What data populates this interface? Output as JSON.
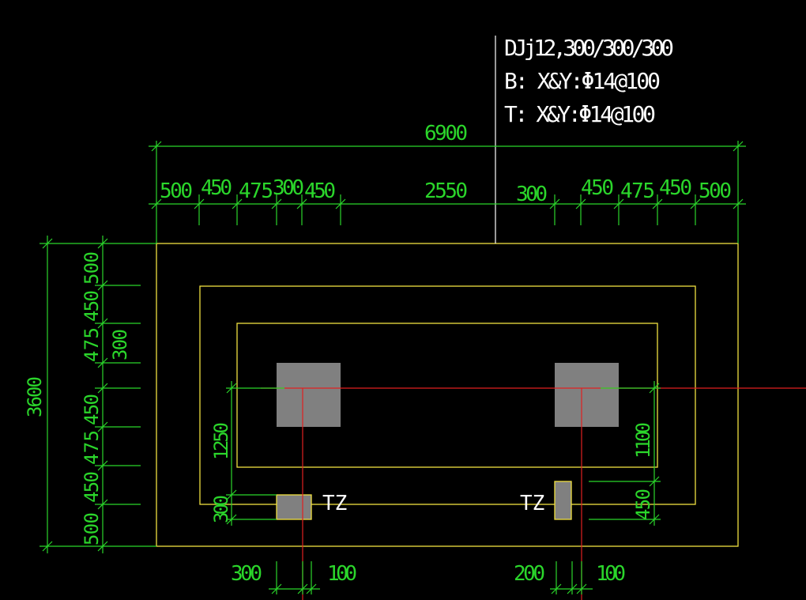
{
  "drawing": {
    "note": {
      "line1": "DJj12,300/300/300",
      "line2": "B: X&Y:Φ14@100",
      "line3": "T: X&Y:Φ14@100"
    },
    "top_dims": {
      "overall": "6900",
      "d1": "500",
      "d2": "450",
      "d3": "475",
      "d4": "300",
      "d5": "450",
      "d6": "2550",
      "d7": "300",
      "d8": "450",
      "d9": "475",
      "d10": "450",
      "d11": "500"
    },
    "left_dims": {
      "overall": "3600",
      "d1": "500",
      "d2": "450",
      "d3": "475",
      "d4": "300",
      "d5": "450",
      "d6": "475",
      "d7": "450",
      "d8": "500"
    },
    "inner_dims": {
      "left_1250": "1250",
      "left_300": "300",
      "right_1100": "1100",
      "right_450": "450"
    },
    "bottom_dims": {
      "left_300": "300",
      "left_100": "100",
      "right_200": "200",
      "right_100": "100"
    },
    "labels": {
      "tz_left": "TZ",
      "tz_right": "TZ"
    },
    "colors": {
      "dimension": "#2bd62b",
      "outline": "#f0e040",
      "axis": "#e02020",
      "column": "#808080",
      "background": "#000000"
    }
  }
}
